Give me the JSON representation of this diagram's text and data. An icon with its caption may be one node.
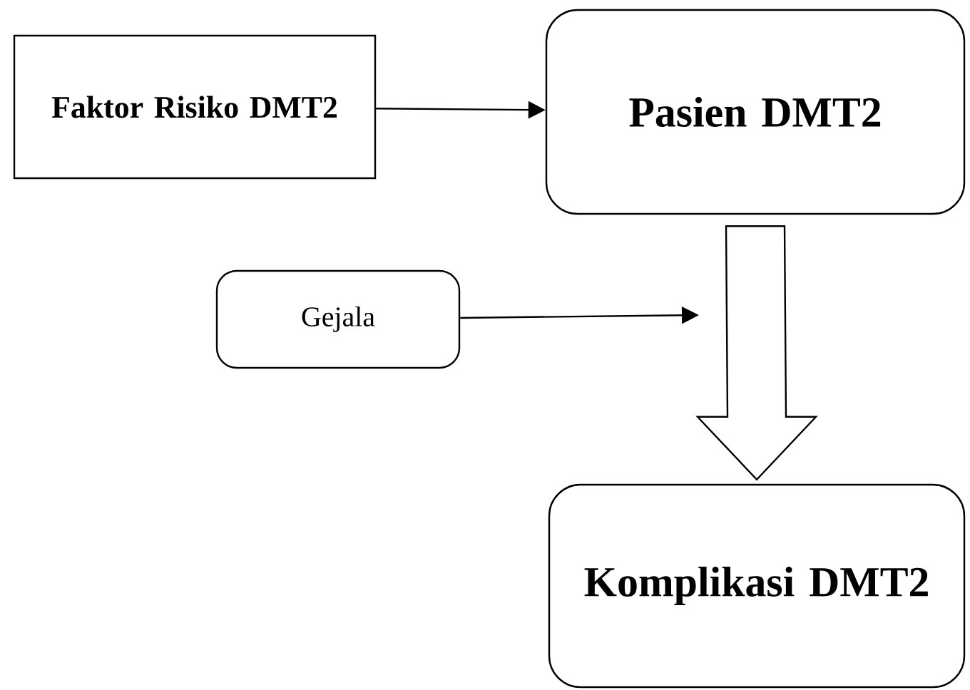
{
  "diagram": {
    "nodes": [
      {
        "text": [
          "Faktor Risiko DMT2"
        ]
      },
      {
        "text": [
          "Pasien DMT2"
        ]
      },
      {
        "text": [
          "Gejala"
        ]
      },
      {
        "text": [
          "Komplikasi DMT2"
        ]
      }
    ],
    "edges": [
      {
        "from": 0,
        "to": 1,
        "arrow": "to"
      },
      {
        "from": 1,
        "to": 3,
        "arrow": "to",
        "style": "thick"
      },
      {
        "from": 2,
        "to": null,
        "arrow": "to"
      }
    ]
  }
}
